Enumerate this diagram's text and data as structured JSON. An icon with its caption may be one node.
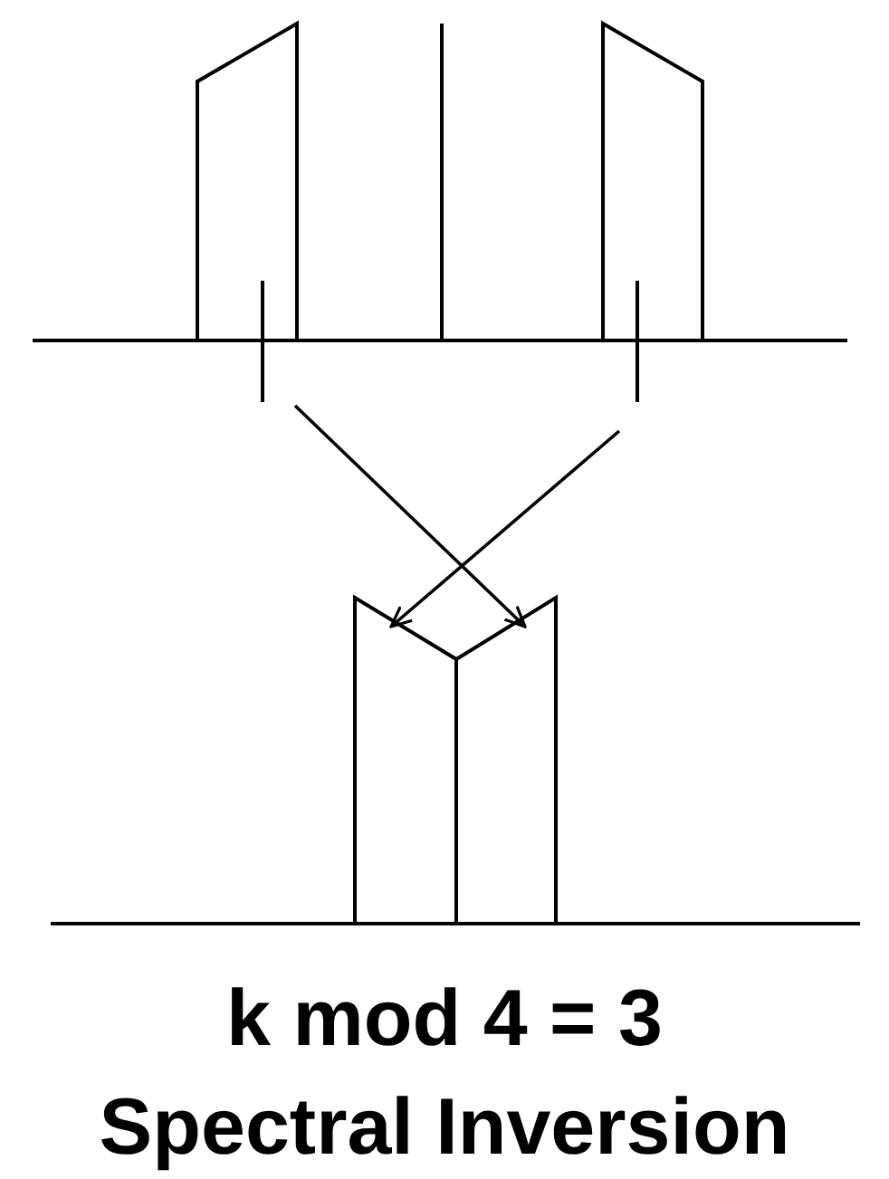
{
  "diagram": {
    "nodes": [
      {
        "text": [],
        "shape": "picture"
      },
      {
        "text": [],
        "shape": "picture"
      },
      {
        "text": [],
        "shape": "picture"
      }
    ],
    "edges": [
      {
        "from": 0,
        "to": 2,
        "arrow": "to"
      },
      {
        "from": 1,
        "to": 2,
        "arrow": "to"
      }
    ],
    "labels": [
      "k mod 4 = 3",
      "Spectral Inversion"
    ]
  }
}
